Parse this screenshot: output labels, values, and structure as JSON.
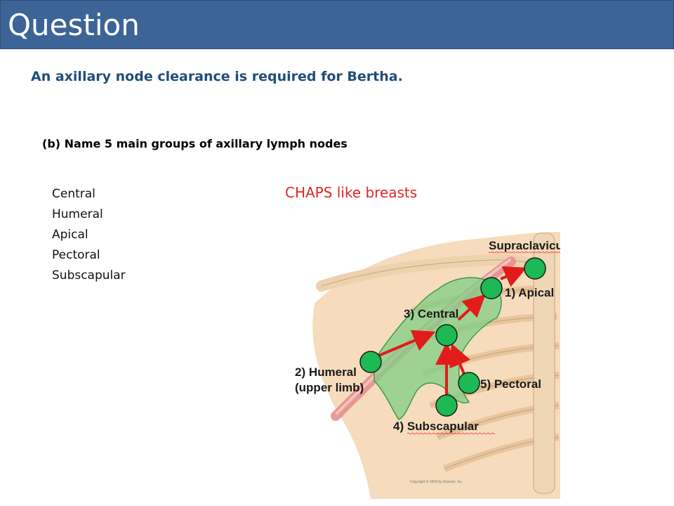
{
  "header": {
    "title": "Question"
  },
  "intro": "An axillary node clearance is required for Bertha.",
  "question": "(b) Name 5 main groups of axillary lymph nodes",
  "answers": [
    "Central",
    "Humeral",
    "Apical",
    "Pectoral",
    "Subscapular"
  ],
  "mnemonic": "CHAPS like breasts",
  "figure": {
    "labels": {
      "supraclavicular": "Supraclavicular",
      "apical": "1) Apical",
      "central": "3) Central",
      "humeral_line1": "2) Humeral",
      "humeral_line2": "(upper limb)",
      "pectoral": "5) Pectoral",
      "subscapular": "4) Subscapular"
    },
    "copyright": "Copyright © 2009 by Elsevier, Inc.",
    "colors": {
      "node": "#1db954",
      "arrow": "#e21b1b",
      "region": "#7fcf86",
      "skin": "#f4d6b0"
    }
  }
}
